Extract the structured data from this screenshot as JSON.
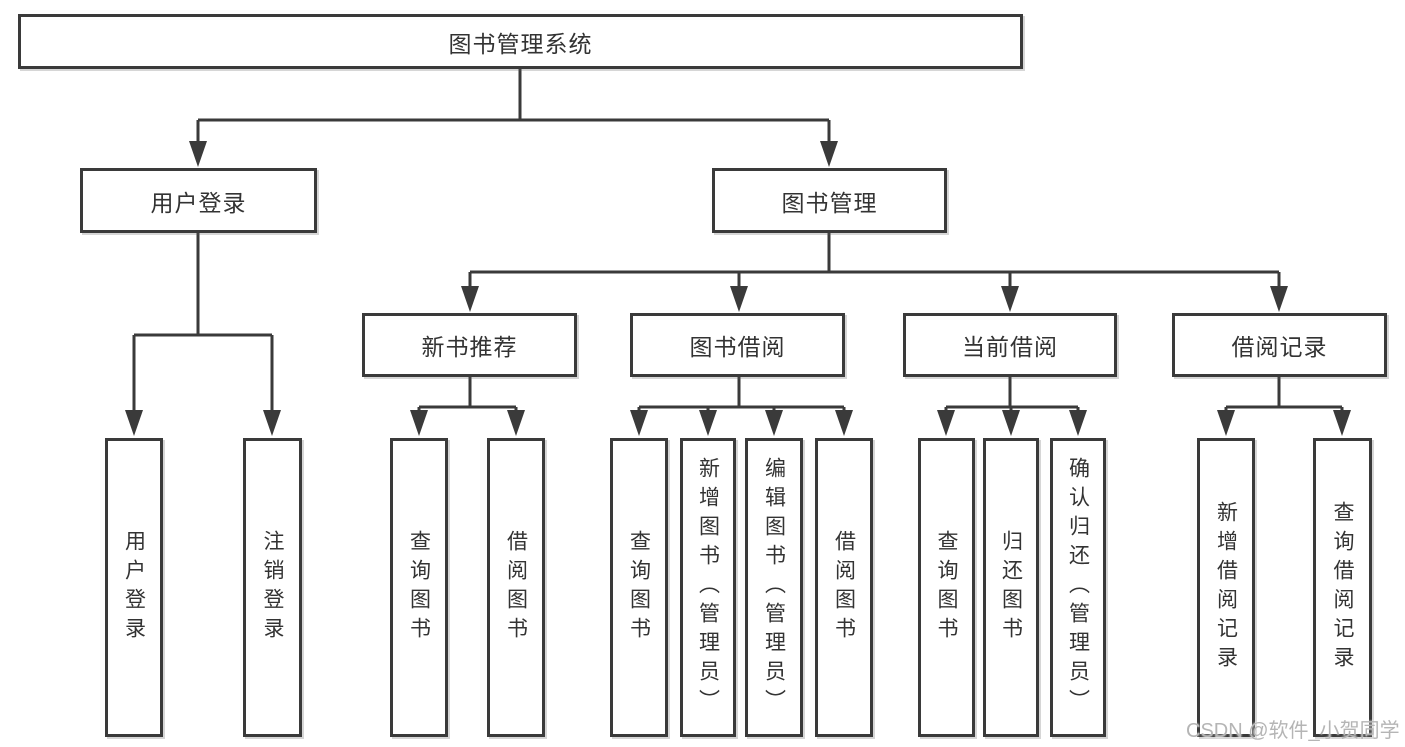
{
  "diagram": {
    "tree": {
      "label": "图书管理系统",
      "children": [
        {
          "label": "用户登录",
          "children": [
            {
              "label": "用户登录"
            },
            {
              "label": "注销登录"
            }
          ]
        },
        {
          "label": "图书管理",
          "children": [
            {
              "label": "新书推荐",
              "children": [
                {
                  "label": "查询图书"
                },
                {
                  "label": "借阅图书"
                }
              ]
            },
            {
              "label": "图书借阅",
              "children": [
                {
                  "label": "查询图书"
                },
                {
                  "label": "新增图书（管理员）"
                },
                {
                  "label": "编辑图书（管理员）"
                },
                {
                  "label": "借阅图书"
                }
              ]
            },
            {
              "label": "当前借阅",
              "children": [
                {
                  "label": "查询图书"
                },
                {
                  "label": "归还图书"
                },
                {
                  "label": "确认归还（管理员）"
                }
              ]
            },
            {
              "label": "借阅记录",
              "children": [
                {
                  "label": "新增借阅记录"
                },
                {
                  "label": "查询借阅记录"
                }
              ]
            }
          ]
        }
      ]
    },
    "colors": {
      "line": "#3a3a3a",
      "text": "#333333",
      "background": "#ffffff",
      "watermark": "#b5b5b5"
    }
  },
  "watermark": {
    "text": "CSDN @软件_小贺同学"
  }
}
